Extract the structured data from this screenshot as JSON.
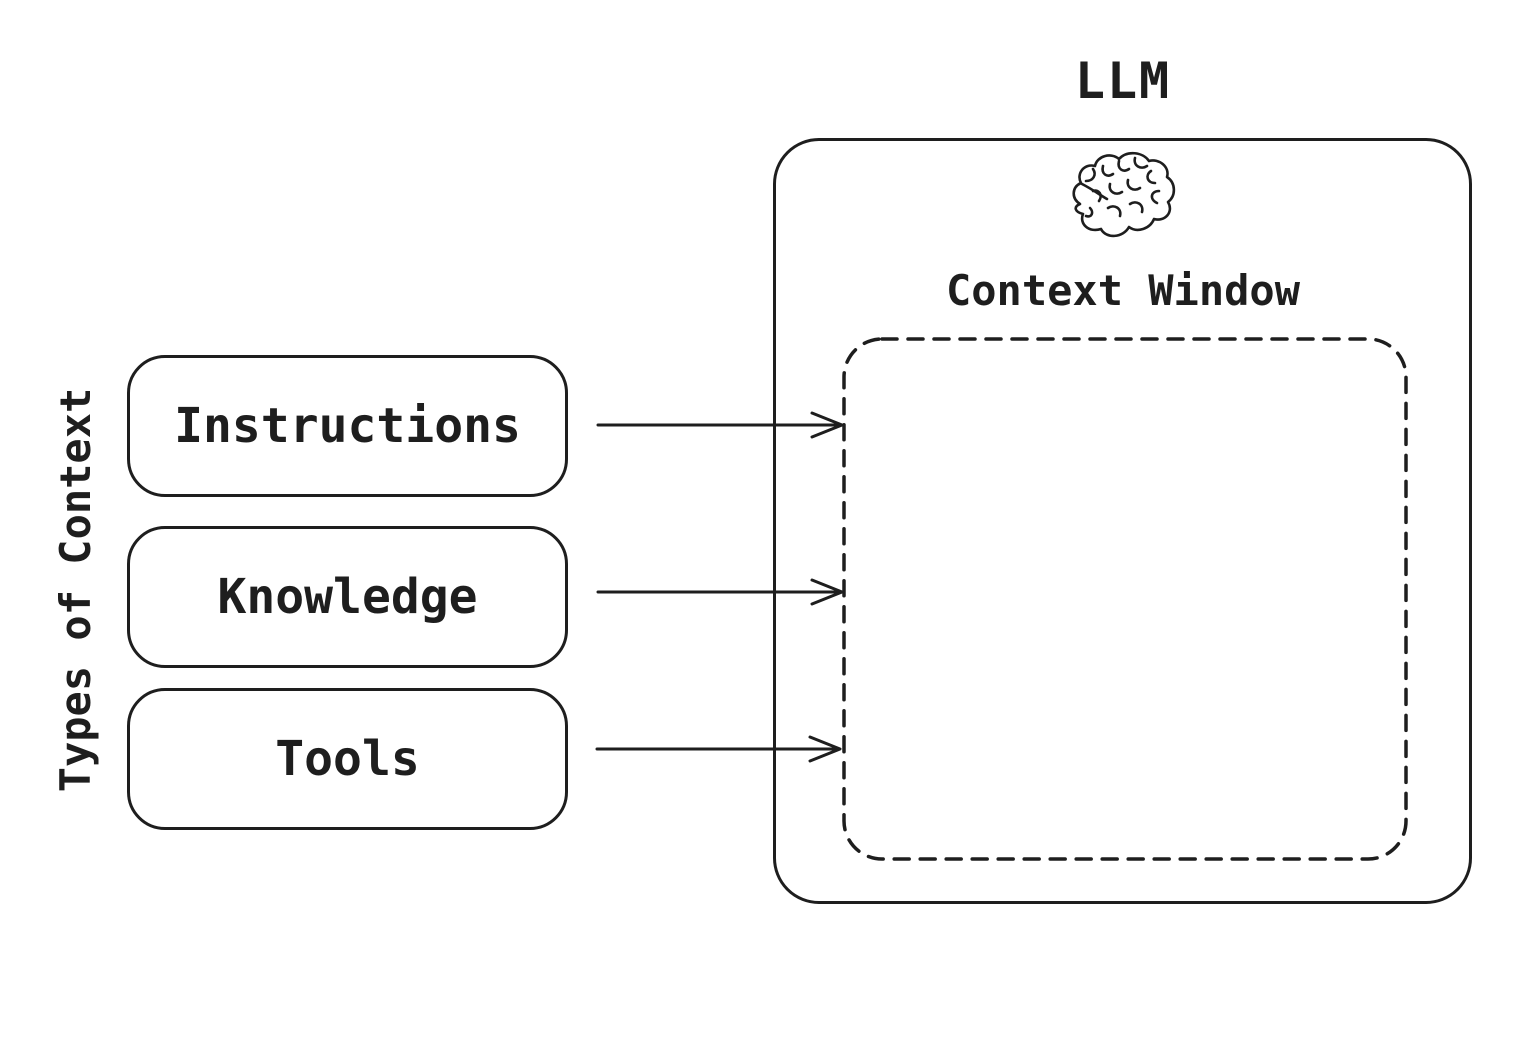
{
  "diagram": {
    "left_group_label": "Types of Context",
    "context_types": [
      {
        "label": "Instructions"
      },
      {
        "label": "Knowledge"
      },
      {
        "label": "Tools"
      }
    ],
    "llm": {
      "title": "LLM",
      "context_window_label": "Context Window"
    },
    "icons": {
      "llm_icon": "brain-icon"
    },
    "colors": {
      "stroke": "#1e1e1e",
      "background": "#ffffff"
    }
  }
}
